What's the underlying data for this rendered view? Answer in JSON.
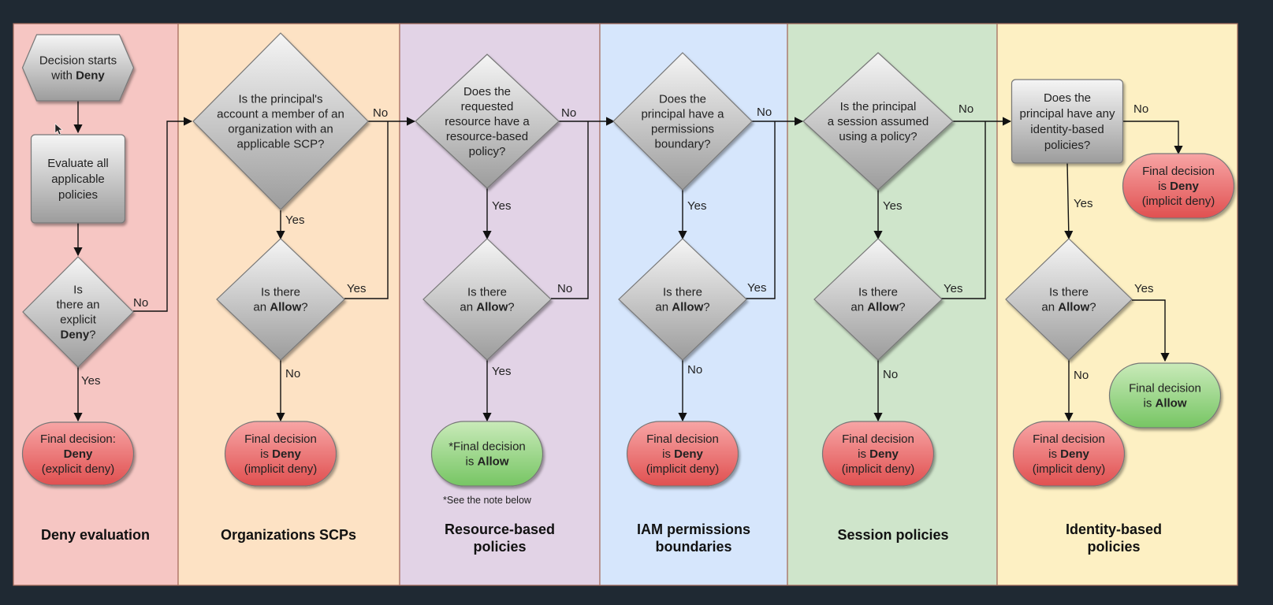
{
  "lanes": [
    {
      "id": "deny",
      "title": [
        "Deny evaluation"
      ],
      "fill": "#f6c6c3"
    },
    {
      "id": "scp",
      "title": [
        "Organizations SCPs"
      ],
      "fill": "#fde2c4"
    },
    {
      "id": "resource",
      "title": [
        "Resource-based",
        "policies"
      ],
      "fill": "#e2d3e6"
    },
    {
      "id": "boundary",
      "title": [
        "IAM permissions",
        "boundaries"
      ],
      "fill": "#d6e6fc"
    },
    {
      "id": "session",
      "title": [
        "Session policies"
      ],
      "fill": "#cfe5cb"
    },
    {
      "id": "identity",
      "title": [
        "Identity-based",
        "policies"
      ],
      "fill": "#fdf0c3"
    }
  ],
  "nodes": {
    "start": [
      "Decision starts",
      "with {Deny}"
    ],
    "evaluate": [
      "Evaluate all",
      "applicable",
      "policies"
    ],
    "explicit_deny_q": [
      "Is",
      "there an",
      "explicit",
      "{Deny}?"
    ],
    "final_explicit_deny": [
      "Final decision:",
      "{Deny}",
      "(explicit deny)"
    ],
    "scp_q": [
      "Is the principal's",
      "account a member of an",
      "organization with an",
      "applicable SCP?"
    ],
    "scp_allow_q": [
      "Is there",
      "an {Allow}?"
    ],
    "scp_final_deny": [
      "Final decision",
      "is {Deny}",
      "(implicit deny)"
    ],
    "resource_q": [
      "Does the",
      "requested",
      "resource have a",
      "resource-based",
      "policy?"
    ],
    "resource_allow_q": [
      "Is there",
      "an {Allow}?"
    ],
    "resource_final_allow": [
      "*Final decision",
      "is {Allow}"
    ],
    "resource_note": "*See the note below",
    "boundary_q": [
      "Does the",
      "principal have a",
      "permissions",
      "boundary?"
    ],
    "boundary_allow_q": [
      "Is there",
      "an {Allow}?"
    ],
    "boundary_final_deny": [
      "Final decision",
      "is {Deny}",
      "(implicit deny)"
    ],
    "session_q": [
      "Is the principal",
      "a session assumed",
      "using a policy?"
    ],
    "session_allow_q": [
      "Is there",
      "an {Allow}?"
    ],
    "session_final_deny": [
      "Final decision",
      "is {Deny}",
      "(implicit deny)"
    ],
    "identity_q": [
      "Does the",
      "principal have any",
      "identity-based",
      "policies?"
    ],
    "identity_final_deny_no": [
      "Final decision",
      "is {Deny}",
      "(implicit deny)"
    ],
    "identity_allow_q": [
      "Is there",
      "an {Allow}?"
    ],
    "identity_final_allow": [
      "Final decision",
      "is {Allow}"
    ],
    "identity_final_deny": [
      "Final decision",
      "is {Deny}",
      "(implicit deny)"
    ]
  },
  "edge_labels": {
    "yes": "Yes",
    "no": "No"
  },
  "colors": {
    "deny_node_top": "#f7a5a5",
    "deny_node_bottom": "#e05050",
    "allow_node_top": "#c9eab9",
    "allow_node_bottom": "#76c563",
    "decision_top": "#f5f5f5",
    "decision_bottom": "#9c9c9c",
    "lane_divider": "#a56c5c",
    "background": "#1f2933"
  }
}
